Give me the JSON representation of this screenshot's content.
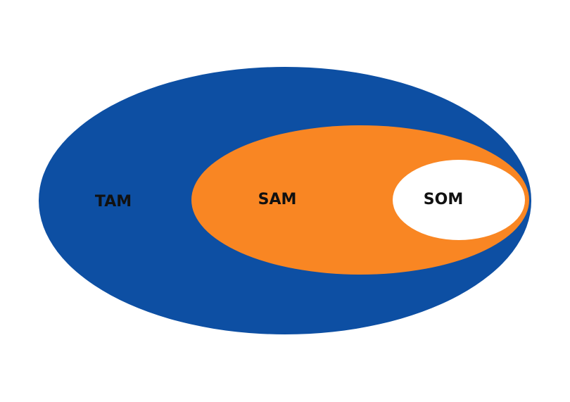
{
  "diagram": {
    "rings": [
      {
        "id": "tam",
        "label": "TAM",
        "color": "#0d4fa3"
      },
      {
        "id": "sam",
        "label": "SAM",
        "color": "#f98623"
      },
      {
        "id": "som",
        "label": "SOM",
        "color": "#ffffff"
      }
    ]
  }
}
